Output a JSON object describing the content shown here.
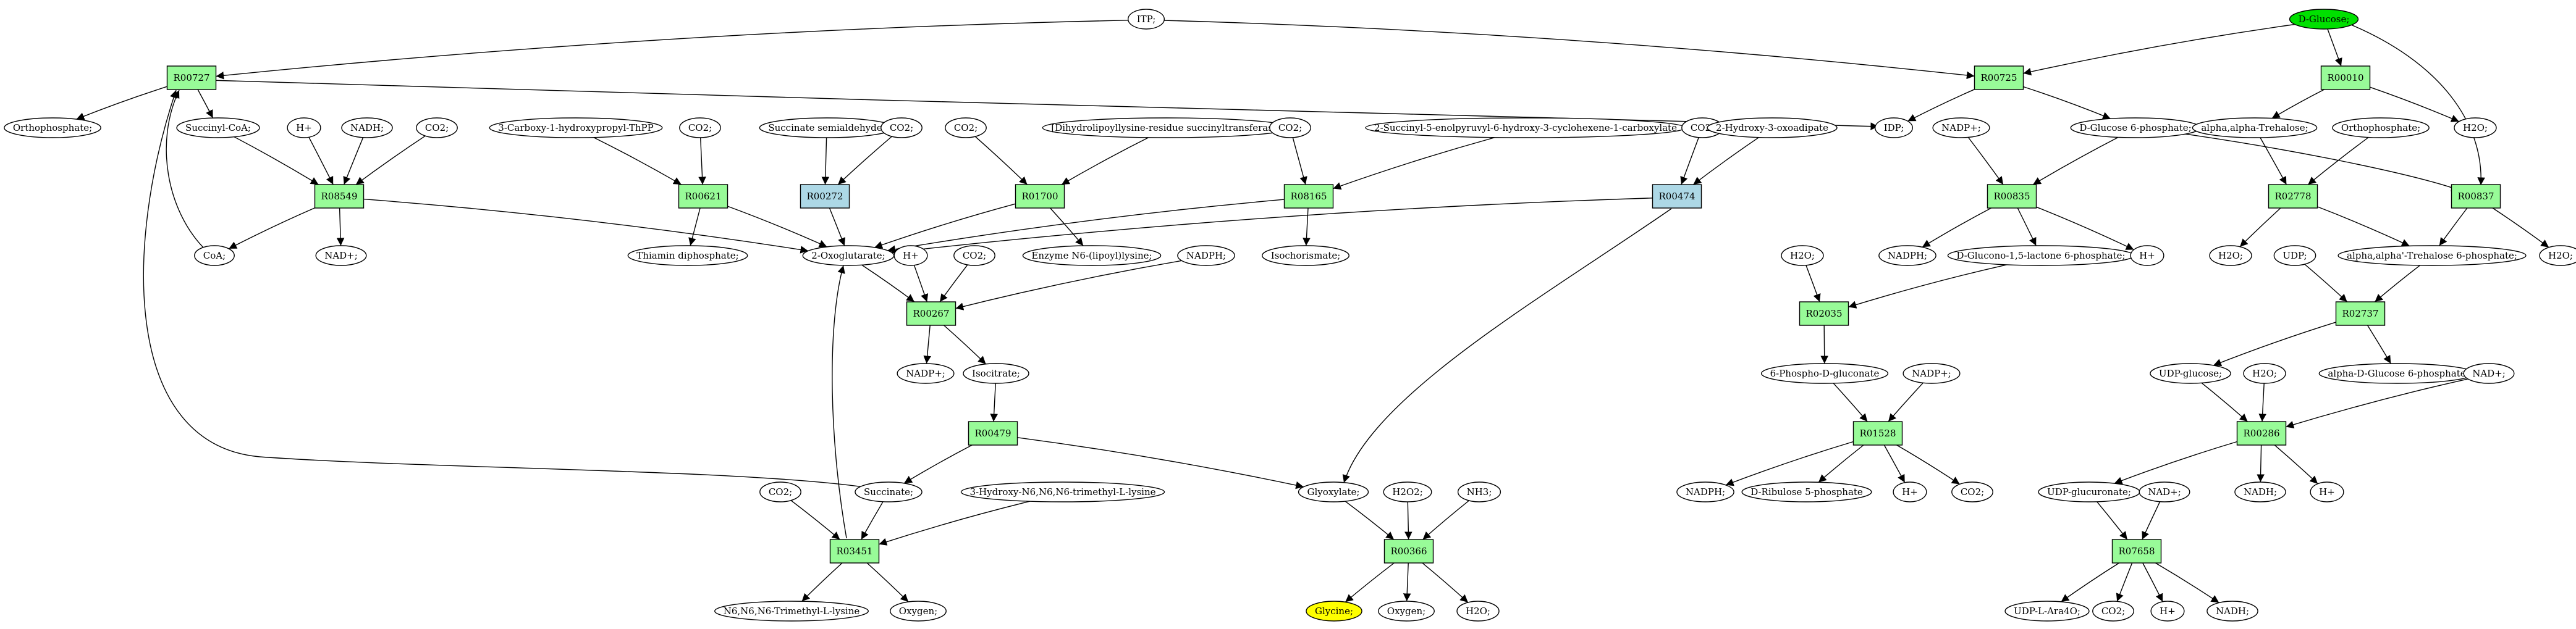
{
  "colors": {
    "reaction": "#98fb98",
    "reaction_alt": "#add8e6",
    "compound": "#ffffff",
    "highlight_start": "#00e000",
    "highlight_end": "#ffff00"
  },
  "nodes": [
    {
      "id": "itp",
      "label": "ITP;",
      "kind": "compound"
    },
    {
      "id": "dglc",
      "label": "D-Glucose;",
      "kind": "compound",
      "fill": "#00e000"
    },
    {
      "id": "R00727",
      "label": "R00727",
      "kind": "reaction"
    },
    {
      "id": "R00725",
      "label": "R00725",
      "kind": "reaction"
    },
    {
      "id": "R00010",
      "label": "R00010",
      "kind": "reaction"
    },
    {
      "id": "orthoL",
      "label": "Orthophosphate;",
      "kind": "compound"
    },
    {
      "id": "succoa",
      "label": "Succinyl-CoA;",
      "kind": "compound"
    },
    {
      "id": "hA",
      "label": "H+",
      "kind": "compound"
    },
    {
      "id": "nadhA",
      "label": "NADH;",
      "kind": "compound"
    },
    {
      "id": "co2A",
      "label": "CO2;",
      "kind": "compound"
    },
    {
      "id": "carbthpp",
      "label": "3-Carboxy-1-hydroxypropyl-ThPP",
      "kind": "compound"
    },
    {
      "id": "co2B",
      "label": "CO2;",
      "kind": "compound"
    },
    {
      "id": "sucsemi",
      "label": "Succinate semialdehyde;",
      "kind": "compound"
    },
    {
      "id": "co2C",
      "label": "CO2;",
      "kind": "compound"
    },
    {
      "id": "co2D",
      "label": "CO2;",
      "kind": "compound"
    },
    {
      "id": "dihydro",
      "label": "[Dihydrolipoyllysine-residue succinyltransferase]",
      "kind": "compound"
    },
    {
      "id": "co2E",
      "label": "CO2;",
      "kind": "compound"
    },
    {
      "id": "sephc",
      "label": "2-Succinyl-5-enolpyruvyl-6-hydroxy-3-cyclohexene-1-carboxylate",
      "kind": "compound"
    },
    {
      "id": "co2F",
      "label": "CO2;",
      "kind": "compound"
    },
    {
      "id": "hoxo",
      "label": "2-Hydroxy-3-oxoadipate",
      "kind": "compound"
    },
    {
      "id": "idp",
      "label": "IDP;",
      "kind": "compound"
    },
    {
      "id": "nadpA",
      "label": "NADP+;",
      "kind": "compound"
    },
    {
      "id": "g6p",
      "label": "D-Glucose 6-phosphate;",
      "kind": "compound"
    },
    {
      "id": "trehA",
      "label": "alpha,alpha-Trehalose;",
      "kind": "compound"
    },
    {
      "id": "orthoR",
      "label": "Orthophosphate;",
      "kind": "compound"
    },
    {
      "id": "h2oA",
      "label": "H2O;",
      "kind": "compound"
    },
    {
      "id": "R08549",
      "label": "R08549",
      "kind": "reaction"
    },
    {
      "id": "R00621",
      "label": "R00621",
      "kind": "reaction"
    },
    {
      "id": "R00272",
      "label": "R00272",
      "kind": "reaction_alt"
    },
    {
      "id": "R01700",
      "label": "R01700",
      "kind": "reaction"
    },
    {
      "id": "R08165",
      "label": "R08165",
      "kind": "reaction"
    },
    {
      "id": "R00474",
      "label": "R00474",
      "kind": "reaction_alt"
    },
    {
      "id": "R00835",
      "label": "R00835",
      "kind": "reaction"
    },
    {
      "id": "R02778",
      "label": "R02778",
      "kind": "reaction"
    },
    {
      "id": "R00837",
      "label": "R00837",
      "kind": "reaction"
    },
    {
      "id": "coa",
      "label": "CoA;",
      "kind": "compound"
    },
    {
      "id": "nadA",
      "label": "NAD+;",
      "kind": "compound"
    },
    {
      "id": "thdp",
      "label": "Thiamin diphosphate;",
      "kind": "compound"
    },
    {
      "id": "oxog",
      "label": "2-Oxoglutarate;",
      "kind": "compound"
    },
    {
      "id": "hB",
      "label": "H+",
      "kind": "compound"
    },
    {
      "id": "co2G",
      "label": "CO2;",
      "kind": "compound"
    },
    {
      "id": "enzlip",
      "label": "Enzyme N6-(lipoyl)lysine;",
      "kind": "compound"
    },
    {
      "id": "nadphA",
      "label": "NADPH;",
      "kind": "compound"
    },
    {
      "id": "isoch",
      "label": "Isochorismate;",
      "kind": "compound"
    },
    {
      "id": "h2oB",
      "label": "H2O;",
      "kind": "compound"
    },
    {
      "id": "nadphB",
      "label": "NADPH;",
      "kind": "compound"
    },
    {
      "id": "glcl",
      "label": "D-Glucono-1,5-lactone 6-phosphate;",
      "kind": "compound"
    },
    {
      "id": "hC",
      "label": "H+",
      "kind": "compound"
    },
    {
      "id": "h2oC",
      "label": "H2O;",
      "kind": "compound"
    },
    {
      "id": "udpA",
      "label": "UDP;",
      "kind": "compound"
    },
    {
      "id": "treh6p",
      "label": "alpha,alpha'-Trehalose 6-phosphate;",
      "kind": "compound"
    },
    {
      "id": "h2oD",
      "label": "H2O;",
      "kind": "compound"
    },
    {
      "id": "R00267",
      "label": "R00267",
      "kind": "reaction"
    },
    {
      "id": "R02035",
      "label": "R02035",
      "kind": "reaction"
    },
    {
      "id": "R02737",
      "label": "R02737",
      "kind": "reaction"
    },
    {
      "id": "nadpB",
      "label": "NADP+;",
      "kind": "compound"
    },
    {
      "id": "isocit",
      "label": "Isocitrate;",
      "kind": "compound"
    },
    {
      "id": "pgluc",
      "label": "6-Phospho-D-gluconate",
      "kind": "compound"
    },
    {
      "id": "nadpC",
      "label": "NADP+;",
      "kind": "compound"
    },
    {
      "id": "udpglc",
      "label": "UDP-glucose;",
      "kind": "compound"
    },
    {
      "id": "h2oE",
      "label": "H2O;",
      "kind": "compound"
    },
    {
      "id": "adg6p",
      "label": "alpha-D-Glucose 6-phosphate",
      "kind": "compound"
    },
    {
      "id": "nadB",
      "label": "NAD+;",
      "kind": "compound"
    },
    {
      "id": "R00479",
      "label": "R00479",
      "kind": "reaction"
    },
    {
      "id": "R01528",
      "label": "R01528",
      "kind": "reaction"
    },
    {
      "id": "R00286",
      "label": "R00286",
      "kind": "reaction"
    },
    {
      "id": "co2H",
      "label": "CO2;",
      "kind": "compound"
    },
    {
      "id": "succ",
      "label": "Succinate;",
      "kind": "compound"
    },
    {
      "id": "hntml",
      "label": "3-Hydroxy-N6,N6,N6-trimethyl-L-lysine",
      "kind": "compound"
    },
    {
      "id": "glyox",
      "label": "Glyoxylate;",
      "kind": "compound"
    },
    {
      "id": "h2o2",
      "label": "H2O2;",
      "kind": "compound"
    },
    {
      "id": "nh3",
      "label": "NH3;",
      "kind": "compound"
    },
    {
      "id": "nadphC",
      "label": "NADPH;",
      "kind": "compound"
    },
    {
      "id": "drib",
      "label": "D-Ribulose 5-phosphate",
      "kind": "compound"
    },
    {
      "id": "hD",
      "label": "H+",
      "kind": "compound"
    },
    {
      "id": "co2I",
      "label": "CO2;",
      "kind": "compound"
    },
    {
      "id": "udpgluc",
      "label": "UDP-glucuronate;",
      "kind": "compound"
    },
    {
      "id": "nadC",
      "label": "NAD+;",
      "kind": "compound"
    },
    {
      "id": "nadhB",
      "label": "NADH;",
      "kind": "compound"
    },
    {
      "id": "hE",
      "label": "H+",
      "kind": "compound"
    },
    {
      "id": "R03451",
      "label": "R03451",
      "kind": "reaction"
    },
    {
      "id": "R00366",
      "label": "R00366",
      "kind": "reaction"
    },
    {
      "id": "R07658",
      "label": "R07658",
      "kind": "reaction"
    },
    {
      "id": "ntml",
      "label": "N6,N6,N6-Trimethyl-L-lysine",
      "kind": "compound"
    },
    {
      "id": "oxyA",
      "label": "Oxygen;",
      "kind": "compound"
    },
    {
      "id": "glycine",
      "label": "Glycine;",
      "kind": "compound",
      "fill": "#ffff00"
    },
    {
      "id": "oxyB",
      "label": "Oxygen;",
      "kind": "compound"
    },
    {
      "id": "h2oF",
      "label": "H2O;",
      "kind": "compound"
    },
    {
      "id": "udpara",
      "label": "UDP-L-Ara4O;",
      "kind": "compound"
    },
    {
      "id": "co2J",
      "label": "CO2;",
      "kind": "compound"
    },
    {
      "id": "hF",
      "label": "H+",
      "kind": "compound"
    },
    {
      "id": "nadhC",
      "label": "NADH;",
      "kind": "compound"
    }
  ],
  "edges": [
    [
      "itp",
      "R00727"
    ],
    [
      "itp",
      "R00725"
    ],
    [
      "dglc",
      "R00725"
    ],
    [
      "dglc",
      "R00010"
    ],
    [
      "dglc",
      "R00837"
    ],
    [
      "R00727",
      "orthoL"
    ],
    [
      "R00727",
      "succoa"
    ],
    [
      "R00727",
      "idp"
    ],
    [
      "R00725",
      "idp"
    ],
    [
      "R00725",
      "g6p"
    ],
    [
      "R00010",
      "trehA"
    ],
    [
      "R00010",
      "h2oA"
    ],
    [
      "succoa",
      "R08549"
    ],
    [
      "hA",
      "R08549"
    ],
    [
      "nadhA",
      "R08549"
    ],
    [
      "co2A",
      "R08549"
    ],
    [
      "R08549",
      "coa"
    ],
    [
      "R08549",
      "nadA"
    ],
    [
      "R08549",
      "oxog"
    ],
    [
      "coa",
      "R00727"
    ],
    [
      "carbthpp",
      "R00621"
    ],
    [
      "co2B",
      "R00621"
    ],
    [
      "R00621",
      "thdp"
    ],
    [
      "R00621",
      "oxog"
    ],
    [
      "sucsemi",
      "R00272"
    ],
    [
      "co2C",
      "R00272"
    ],
    [
      "R00272",
      "oxog"
    ],
    [
      "co2D",
      "R01700"
    ],
    [
      "dihydro",
      "R01700"
    ],
    [
      "R01700",
      "oxog"
    ],
    [
      "R01700",
      "enzlip"
    ],
    [
      "co2E",
      "R08165"
    ],
    [
      "sephc",
      "R08165"
    ],
    [
      "R08165",
      "oxog"
    ],
    [
      "R08165",
      "isoch"
    ],
    [
      "co2F",
      "R00474"
    ],
    [
      "hoxo",
      "R00474"
    ],
    [
      "R00474",
      "oxog"
    ],
    [
      "R00474",
      "glyox"
    ],
    [
      "nadpA",
      "R00835"
    ],
    [
      "g6p",
      "R00835"
    ],
    [
      "R00835",
      "nadphB"
    ],
    [
      "R00835",
      "glcl"
    ],
    [
      "R00835",
      "hC"
    ],
    [
      "trehA",
      "R02778"
    ],
    [
      "orthoR",
      "R02778"
    ],
    [
      "g6p",
      "R00837"
    ],
    [
      "R02778",
      "h2oC"
    ],
    [
      "R02778",
      "treh6p"
    ],
    [
      "R00837",
      "treh6p"
    ],
    [
      "R00837",
      "h2oD"
    ],
    [
      "oxog",
      "R00267"
    ],
    [
      "hB",
      "R00267"
    ],
    [
      "co2G",
      "R00267"
    ],
    [
      "nadphA",
      "R00267"
    ],
    [
      "R00267",
      "nadpB"
    ],
    [
      "R00267",
      "isocit"
    ],
    [
      "h2oB",
      "R02035"
    ],
    [
      "glcl",
      "R02035"
    ],
    [
      "R02035",
      "pgluc"
    ],
    [
      "udpA",
      "R02737"
    ],
    [
      "treh6p",
      "R02737"
    ],
    [
      "R02737",
      "udpglc"
    ],
    [
      "R02737",
      "adg6p"
    ],
    [
      "isocit",
      "R00479"
    ],
    [
      "R00479",
      "succ"
    ],
    [
      "R00479",
      "glyox"
    ],
    [
      "pgluc",
      "R01528"
    ],
    [
      "nadpC",
      "R01528"
    ],
    [
      "R01528",
      "nadphC"
    ],
    [
      "R01528",
      "drib"
    ],
    [
      "R01528",
      "hD"
    ],
    [
      "R01528",
      "co2I"
    ],
    [
      "udpglc",
      "R00286"
    ],
    [
      "h2oE",
      "R00286"
    ],
    [
      "nadB",
      "R00286"
    ],
    [
      "R00286",
      "udpgluc"
    ],
    [
      "R00286",
      "nadhB"
    ],
    [
      "R00286",
      "hE"
    ],
    [
      "succ",
      "R00727"
    ],
    [
      "co2H",
      "R03451"
    ],
    [
      "succ",
      "R03451"
    ],
    [
      "hntml",
      "R03451"
    ],
    [
      "R03451",
      "oxog"
    ],
    [
      "R03451",
      "ntml"
    ],
    [
      "R03451",
      "oxyA"
    ],
    [
      "glyox",
      "R00366"
    ],
    [
      "h2o2",
      "R00366"
    ],
    [
      "nh3",
      "R00366"
    ],
    [
      "R00366",
      "glycine"
    ],
    [
      "R00366",
      "oxyB"
    ],
    [
      "R00366",
      "h2oF"
    ],
    [
      "udpgluc",
      "R07658"
    ],
    [
      "nadC",
      "R07658"
    ],
    [
      "R07658",
      "udpara"
    ],
    [
      "R07658",
      "co2J"
    ],
    [
      "R07658",
      "hF"
    ],
    [
      "R07658",
      "nadhC"
    ]
  ]
}
